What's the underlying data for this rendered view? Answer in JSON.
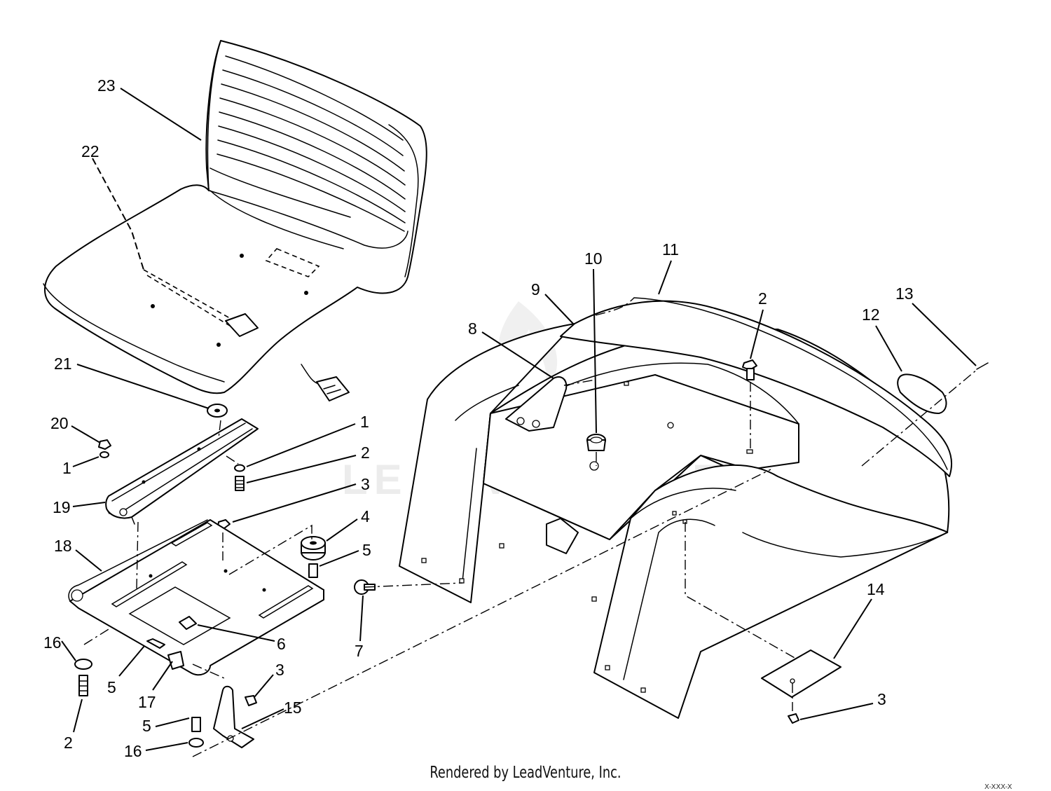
{
  "watermark": {
    "text": "LEADVENTURE"
  },
  "footer": {
    "credit": "Rendered by LeadVenture, Inc.",
    "corner_code": "X-XXX-X"
  },
  "callouts": [
    {
      "id": "c23",
      "text": "23"
    },
    {
      "id": "c22",
      "text": "22"
    },
    {
      "id": "c21",
      "text": "21"
    },
    {
      "id": "c20",
      "text": "20"
    },
    {
      "id": "c1a",
      "text": "1"
    },
    {
      "id": "c19",
      "text": "19"
    },
    {
      "id": "c1b",
      "text": "1"
    },
    {
      "id": "c2a",
      "text": "2"
    },
    {
      "id": "c3a",
      "text": "3"
    },
    {
      "id": "c4",
      "text": "4"
    },
    {
      "id": "c5a",
      "text": "5"
    },
    {
      "id": "c18",
      "text": "18"
    },
    {
      "id": "c6",
      "text": "6"
    },
    {
      "id": "c16a",
      "text": "16"
    },
    {
      "id": "c5b",
      "text": "5"
    },
    {
      "id": "c17",
      "text": "17"
    },
    {
      "id": "c2b",
      "text": "2"
    },
    {
      "id": "c3b",
      "text": "3"
    },
    {
      "id": "c15",
      "text": "15"
    },
    {
      "id": "c5c",
      "text": "5"
    },
    {
      "id": "c16b",
      "text": "16"
    },
    {
      "id": "c7",
      "text": "7"
    },
    {
      "id": "c8",
      "text": "8"
    },
    {
      "id": "c9",
      "text": "9"
    },
    {
      "id": "c10",
      "text": "10"
    },
    {
      "id": "c11",
      "text": "11"
    },
    {
      "id": "c2c",
      "text": "2"
    },
    {
      "id": "c12",
      "text": "12"
    },
    {
      "id": "c13",
      "text": "13"
    },
    {
      "id": "c14",
      "text": "14"
    },
    {
      "id": "c3c",
      "text": "3"
    }
  ]
}
